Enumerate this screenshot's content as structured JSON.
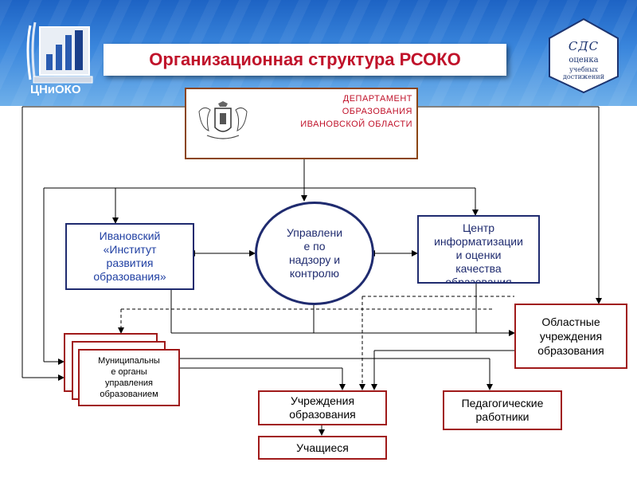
{
  "header": {
    "title": "Организационная структура РСОКО",
    "logo_left_text": "ЦНиОКО",
    "logo_right": {
      "line1": "СДС",
      "line2": "оценка",
      "line3": "учебных",
      "line4": "достижений"
    }
  },
  "nodes": {
    "department": {
      "lines": [
        "ДЕПАРТАМЕНТ",
        "ОБРАЗОВАНИЯ",
        "ИВАНОВСКОЙ ОБЛАСТИ"
      ]
    },
    "institute": {
      "lines": [
        "Ивановский",
        "«Институт",
        "развития",
        "образования»"
      ]
    },
    "supervision": {
      "lines": [
        "Управлени",
        "е по",
        "надзору и",
        "контролю"
      ]
    },
    "center": {
      "lines": [
        "Центр",
        "информатизации",
        "и оценки",
        "качества",
        "образования"
      ]
    },
    "regional": {
      "lines": [
        "Областные",
        "учреждения",
        "образования"
      ]
    },
    "municipal": {
      "lines": [
        "Муниципальны",
        "е органы",
        "управления",
        "образованием"
      ]
    },
    "institutions": {
      "lines": [
        "Учреждения",
        "образования"
      ]
    },
    "teachers": {
      "lines": [
        "Педагогические",
        "работники"
      ]
    },
    "students": {
      "lines": [
        "Учащиеся"
      ]
    }
  },
  "colors": {
    "title": "#c0122a",
    "navy": "#1f2b6f",
    "text_blue": "#1f3fa2",
    "brown": "#8b4513",
    "red_border": "#a01a1a",
    "banner": "#2f7bd6"
  }
}
